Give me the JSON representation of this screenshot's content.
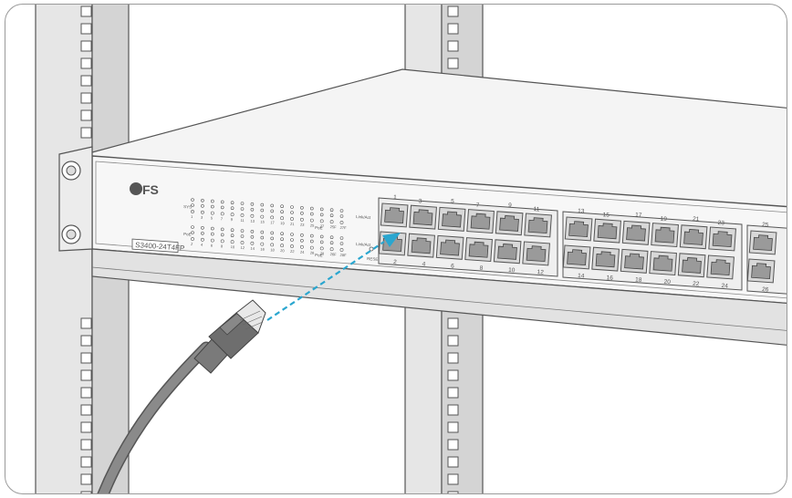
{
  "brand": {
    "logo": "FS"
  },
  "device": {
    "model": "S3400-24T4FP",
    "led_labels": {
      "sys": "SYS",
      "poe": "PoE",
      "link_act": "Link/Act",
      "poe_status": "PoE"
    },
    "top_led_numbers": [
      "1",
      "3",
      "5",
      "7",
      "9",
      "11",
      "13",
      "15",
      "17",
      "19",
      "21",
      "23",
      "25",
      "27",
      "25F",
      "27F"
    ],
    "bottom_led_numbers": [
      "2",
      "4",
      "6",
      "8",
      "10",
      "12",
      "14",
      "16",
      "18",
      "20",
      "22",
      "24",
      "26",
      "28",
      "26F",
      "28F"
    ],
    "reset_label": "RESET",
    "port_top_numbers": [
      "1",
      "3",
      "5",
      "7",
      "9",
      "11",
      "13",
      "15",
      "17",
      "19",
      "21",
      "23",
      "25"
    ],
    "port_bottom_numbers": [
      "2",
      "4",
      "6",
      "8",
      "10",
      "12",
      "14",
      "16",
      "18",
      "20",
      "22",
      "24",
      "26"
    ]
  },
  "colors": {
    "arrow": "#2aa6cf",
    "outline": "#555555",
    "panel": "#f2f2f2",
    "cable": "#7a7a7a",
    "connector": "#6e6e6e"
  }
}
